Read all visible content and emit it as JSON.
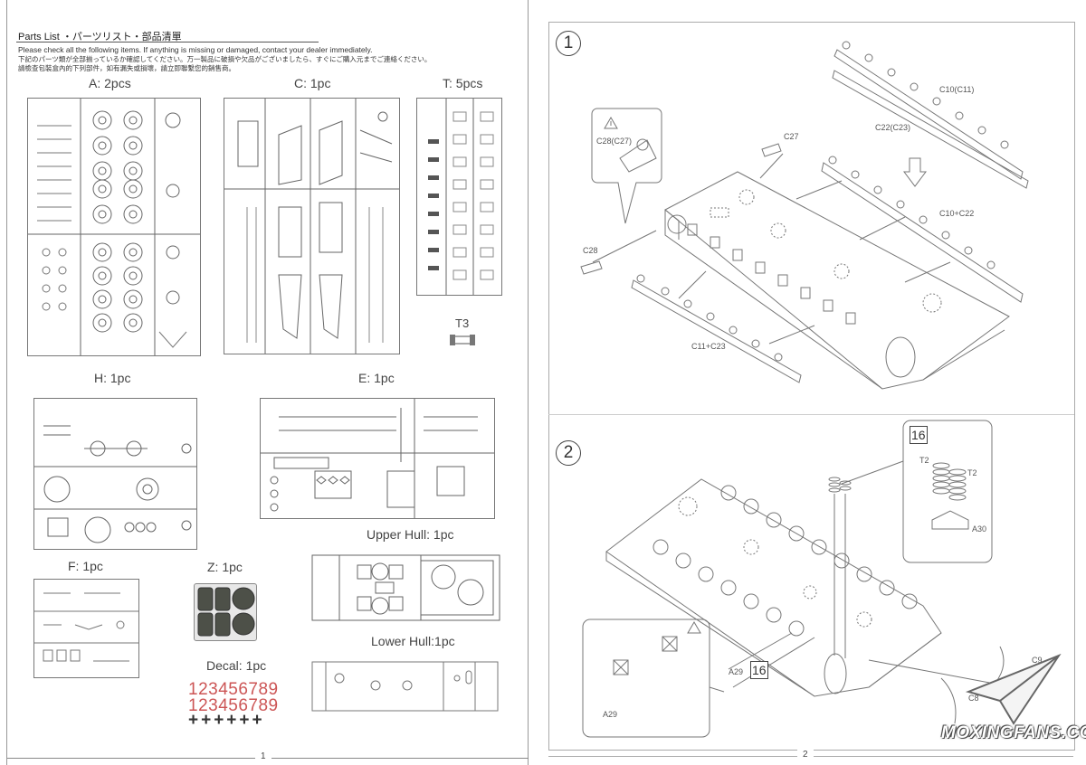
{
  "left_page": {
    "header": {
      "title": "Parts List ・パーツリスト・部品清單",
      "line_en": "Please check all the following items. If anything is missing or damaged, contact your dealer immediately.",
      "line_ja": "下記のパーツ類が全部揃っているか確認してください。万一製品に破損や欠品がございましたら、すぐにご購入元までご連絡ください。",
      "line_zh": "請檢查包裝盒內的下列部件，如有漏失或損壞，請立即聯繫您的銷售商。"
    },
    "sprues": {
      "a": "A: 2pcs",
      "c": "C: 1pc",
      "t": "T: 5pcs",
      "t3": "T3",
      "h": "H: 1pc",
      "e": "E: 1pc",
      "upper_hull": "Upper Hull: 1pc",
      "f": "F: 1pc",
      "z": "Z: 1pc",
      "decal": "Decal: 1pc",
      "lower_hull": "Lower Hull:1pc"
    },
    "decal_rows": [
      "123456789",
      "123456789"
    ],
    "decal_crosses": "++++++",
    "page_number": "1"
  },
  "right_page": {
    "step1": {
      "number": "1",
      "labels": {
        "c10_c11": "C10(C11)",
        "c22_c23": "C22(C23)",
        "c27": "C27",
        "c28_c27": "C28(C27)",
        "c10_c22": "C10+C22",
        "c28": "C28",
        "c11_c23": "C11+C23"
      }
    },
    "step2": {
      "number": "2",
      "labels": {
        "t2_a": "T2",
        "t2_b": "T2",
        "a30": "A30",
        "a29": "A29",
        "a29_detail": "A29",
        "c8": "C8",
        "c9": "C9"
      },
      "badge": "16",
      "badge2": "16"
    },
    "page_number": "2",
    "watermark": "MOXINGFANS.COM"
  }
}
